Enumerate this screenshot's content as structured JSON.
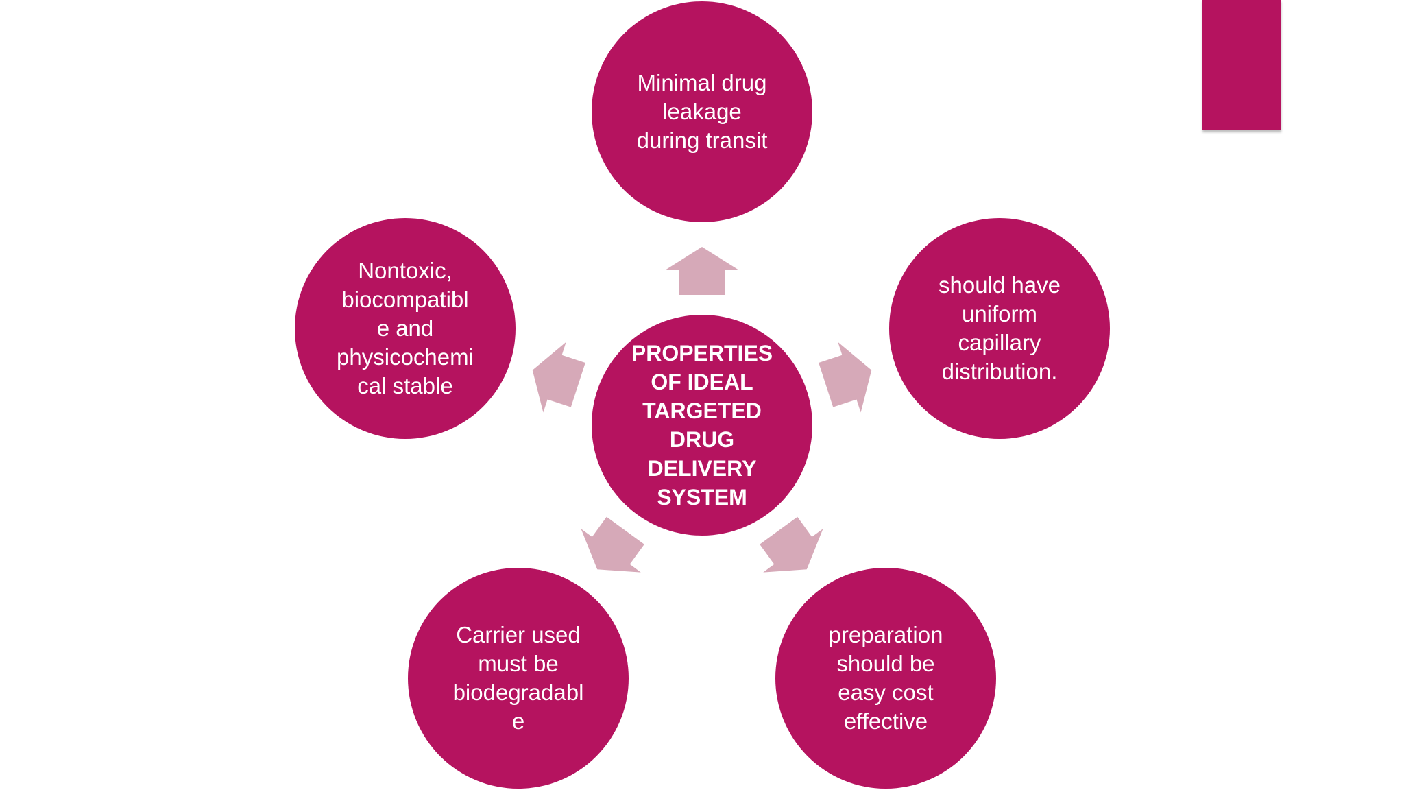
{
  "colors": {
    "node_fill": "#b5135f",
    "arrow_fill": "#d6a9b8",
    "text": "#ffffff"
  },
  "diagram": {
    "center": {
      "label": "PROPERTIES\nOF IDEAL\nTARGETED\nDRUG\nDELIVERY\nSYSTEM"
    },
    "nodes": [
      {
        "id": "top",
        "label": "Minimal drug\nleakage\nduring transit"
      },
      {
        "id": "right",
        "label": "should have\nuniform\ncapillary\ndistribution."
      },
      {
        "id": "bottom-right",
        "label": "preparation\nshould be\neasy cost\neffective"
      },
      {
        "id": "bottom-left",
        "label": "Carrier used\nmust be\nbiodegradabl\ne"
      },
      {
        "id": "left",
        "label": "Nontoxic,\nbiocompatibl\ne and\nphysicochemi\ncal stable"
      }
    ]
  }
}
